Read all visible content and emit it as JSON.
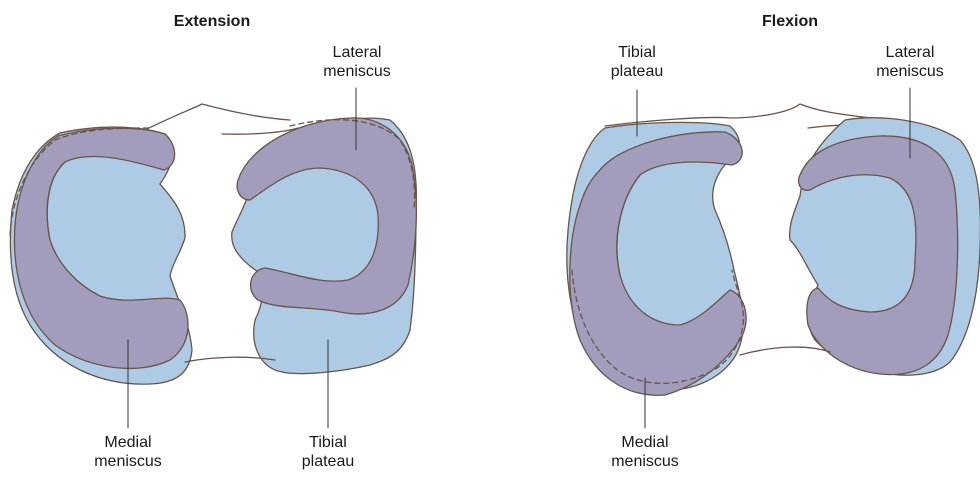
{
  "panels": [
    {
      "title": "Extension",
      "labels": {
        "lateral_meniscus": [
          "Lateral",
          "meniscus"
        ],
        "medial_meniscus": [
          "Medial",
          "meniscus"
        ],
        "tibial_plateau": [
          "Tibial",
          "plateau"
        ]
      }
    },
    {
      "title": "Flexion",
      "labels": {
        "tibial_plateau": [
          "Tibial",
          "plateau"
        ],
        "lateral_meniscus": [
          "Lateral",
          "meniscus"
        ],
        "medial_meniscus": [
          "Medial",
          "meniscus"
        ]
      }
    }
  ],
  "colors": {
    "plateau": "#aecbe6",
    "meniscus": "#a39dbd",
    "outline": "#6b5346"
  }
}
